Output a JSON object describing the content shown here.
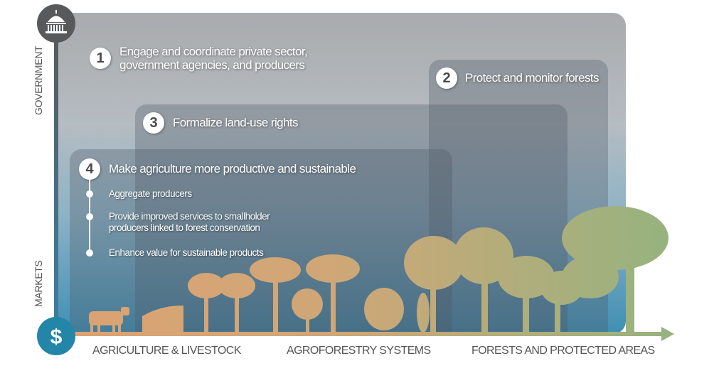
{
  "axis": {
    "vertical_top_label": "GOVERNMENT",
    "vertical_bottom_label": "MARKETS",
    "government_icon": "capitol-building-icon",
    "markets_icon": "dollar-icon",
    "categories": [
      "AGRICULTURE & LIVESTOCK",
      "AGROFORESTRY SYSTEMS",
      "FORESTS AND PROTECTED AREAS"
    ]
  },
  "actions": [
    {
      "number": "1",
      "title_line1": "Engage and coordinate private sector,",
      "title_line2": "government agencies, and producers"
    },
    {
      "number": "2",
      "title": "Protect and monitor forests"
    },
    {
      "number": "3",
      "title": "Formalize land-use rights"
    },
    {
      "number": "4",
      "title": "Make agriculture more productive and sustainable",
      "subitems": [
        {
          "line1": "Aggregate producers"
        },
        {
          "line1": "Provide improved services to smallholder",
          "line2": "producers linked to forest conservation"
        },
        {
          "line1": "Enhance value for sustainable products"
        }
      ]
    }
  ],
  "colors": {
    "agriculture": "#dca273",
    "forest": "#9bb47e",
    "government": "#58595b",
    "markets": "#2386a8"
  }
}
